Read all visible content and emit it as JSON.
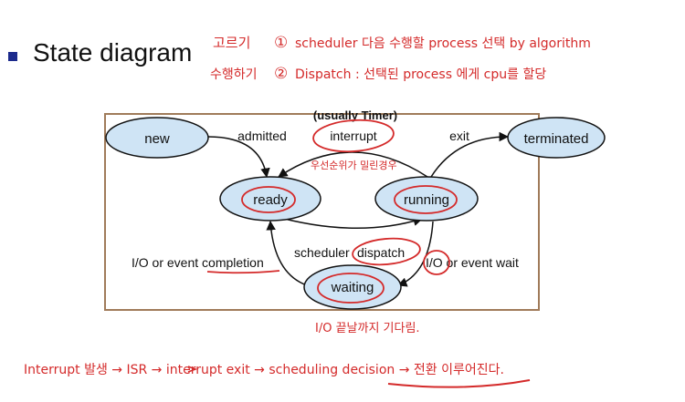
{
  "slide": {
    "title": "State diagram"
  },
  "diagram": {
    "frame_label": "(usually Timer)",
    "states": {
      "new": "new",
      "ready": "ready",
      "running": "running",
      "waiting": "waiting",
      "terminated": "terminated"
    },
    "transitions": {
      "admitted": "admitted",
      "interrupt": "interrupt",
      "exit": "exit",
      "scheduler": "scheduler",
      "dispatch": "dispatch",
      "io_completion_prefix": "I/O or event ",
      "io_completion_word": "completion",
      "io_wait_io": "I/O",
      "io_wait_rest": " or event wait"
    }
  },
  "annotations": {
    "line1_prefix": "고르기",
    "line1_num": "①",
    "line1_text": "scheduler  다음 수행할 process 선택  by  algorithm",
    "line2_prefix": "수행하기",
    "line2_num": "②",
    "line2_text": "Dispatch  : 선택된 process 에게  cpu를  할당",
    "interrupt_note": "우선순위가 밀린경우",
    "waiting_note": "I/O 끝날까지 기다림.",
    "bottom_flow": "Interrupt 발생 → ISR → interrupt exit → scheduling decision → 전환 이루어진다."
  },
  "colors": {
    "state_fill": "#cfe4f5",
    "ink": "#d42a2a",
    "frame": "#a07b5a",
    "bullet": "#1c2a8c"
  }
}
